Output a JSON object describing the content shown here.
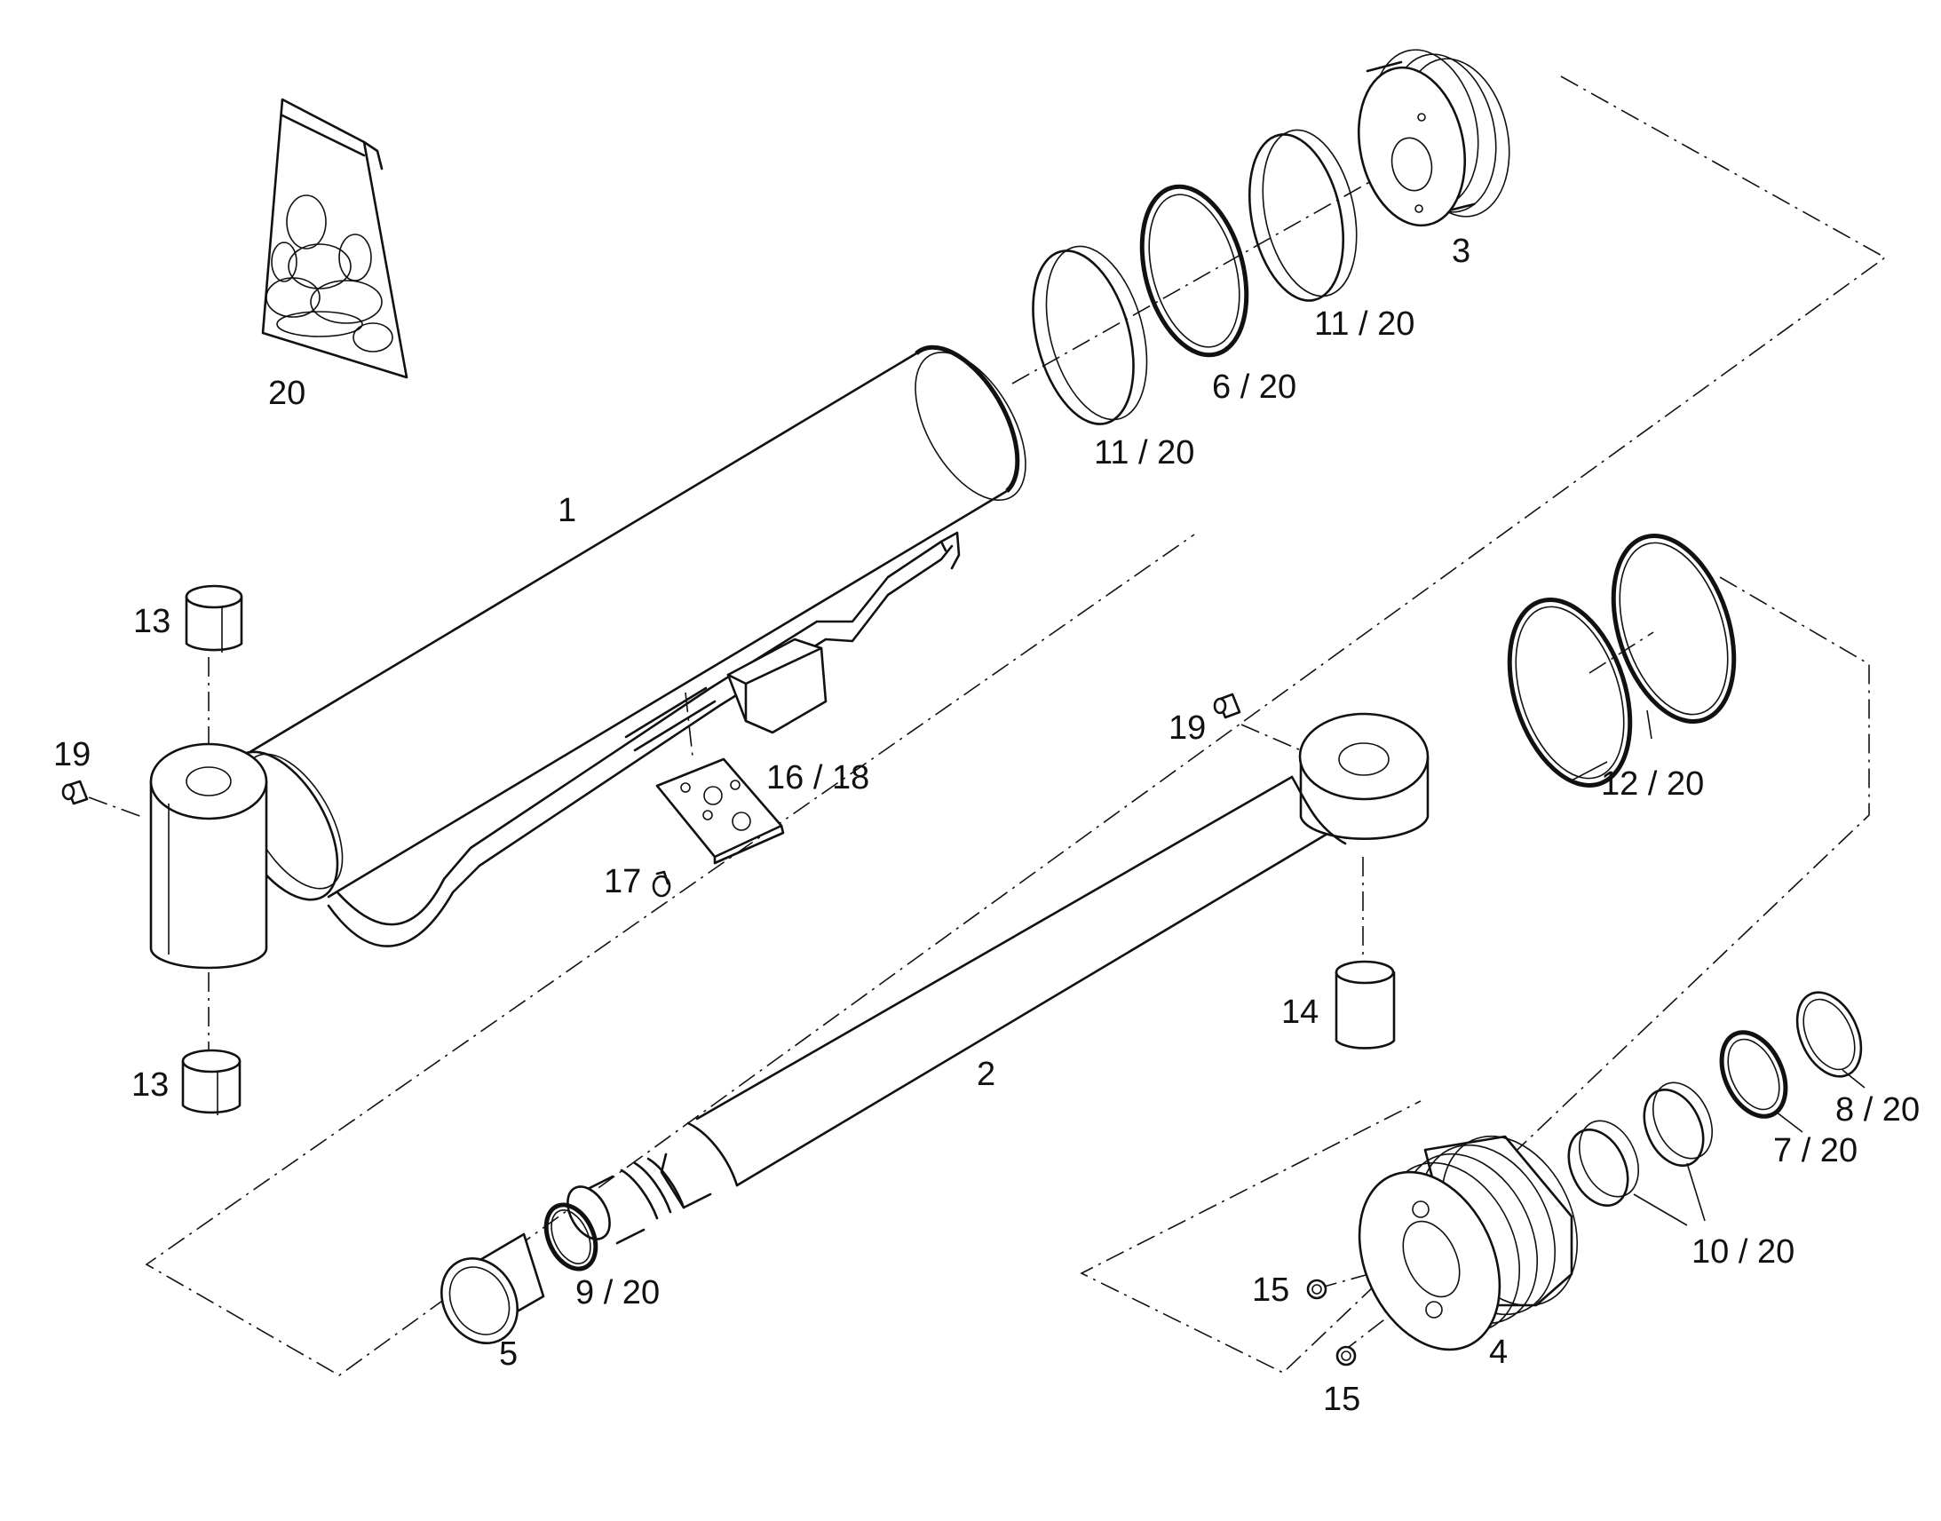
{
  "labels": {
    "p1": "1",
    "p2": "2",
    "p3": "3",
    "p4": "4",
    "p5": "5",
    "p6": "6 / 20",
    "p7": "7 / 20",
    "p8": "8 / 20",
    "p9": "9 / 20",
    "p10": "10 / 20",
    "p11a": "11 / 20",
    "p11b": "11 / 20",
    "p12": "12 / 20",
    "p13a": "13",
    "p13b": "13",
    "p14": "14",
    "p15a": "15",
    "p15b": "15",
    "p16": "16 / 18",
    "p17": "17",
    "p19a": "19",
    "p19b": "19",
    "p20": "20"
  }
}
